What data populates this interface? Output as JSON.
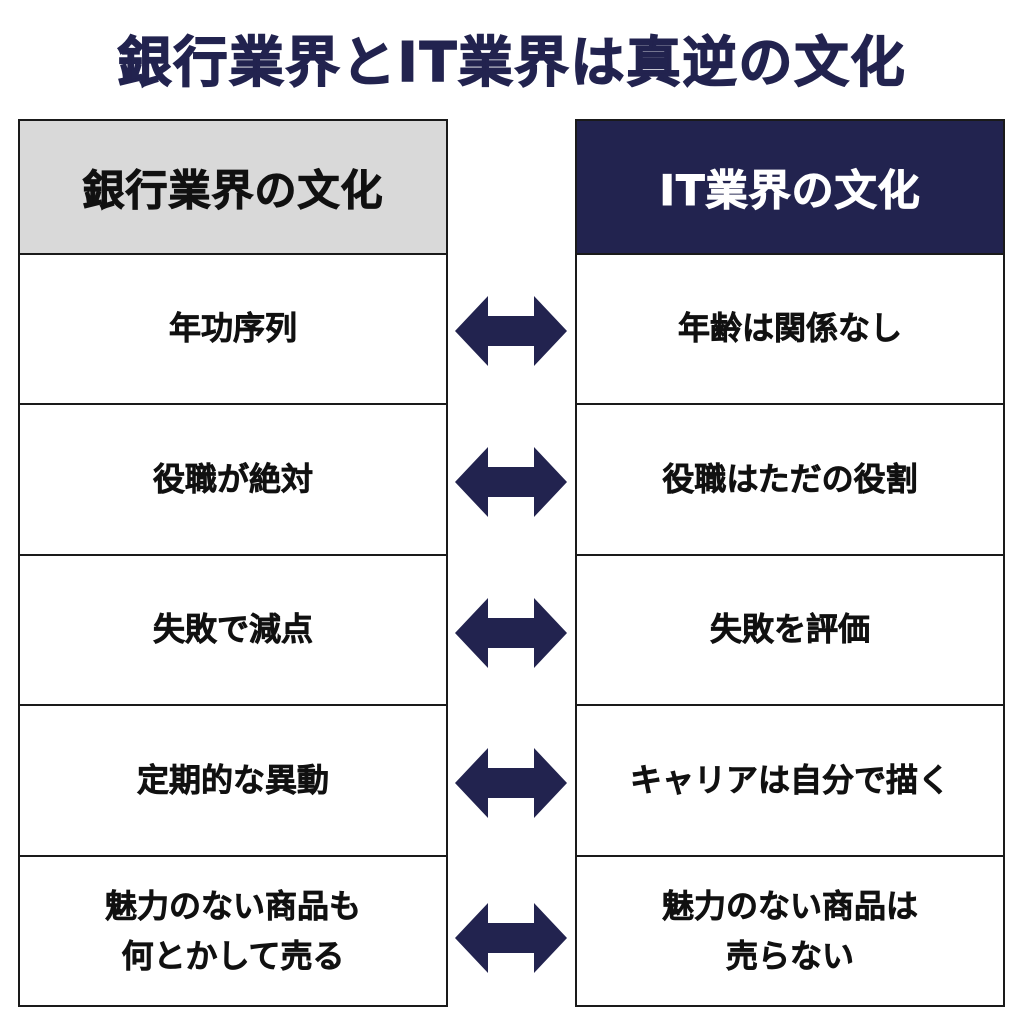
{
  "title": "銀行業界とIT業界は真逆の文化",
  "colors": {
    "navy": "#22234f",
    "header_gray": "#d9d9d9"
  },
  "left": {
    "header": "銀行業界の文化",
    "items": [
      "年功序列",
      "役職が絶対",
      "失敗で減点",
      "定期的な異動",
      "魅力のない商品も\n何とかして売る"
    ]
  },
  "right": {
    "header": "IT業界の文化",
    "items": [
      "年齢は関係なし",
      "役職はただの役割",
      "失敗を評価",
      "キャリアは自分で描く",
      "魅力のない商品は\n売らない"
    ]
  },
  "arrows": {
    "icon": "double-arrow-icon",
    "count": 5
  }
}
